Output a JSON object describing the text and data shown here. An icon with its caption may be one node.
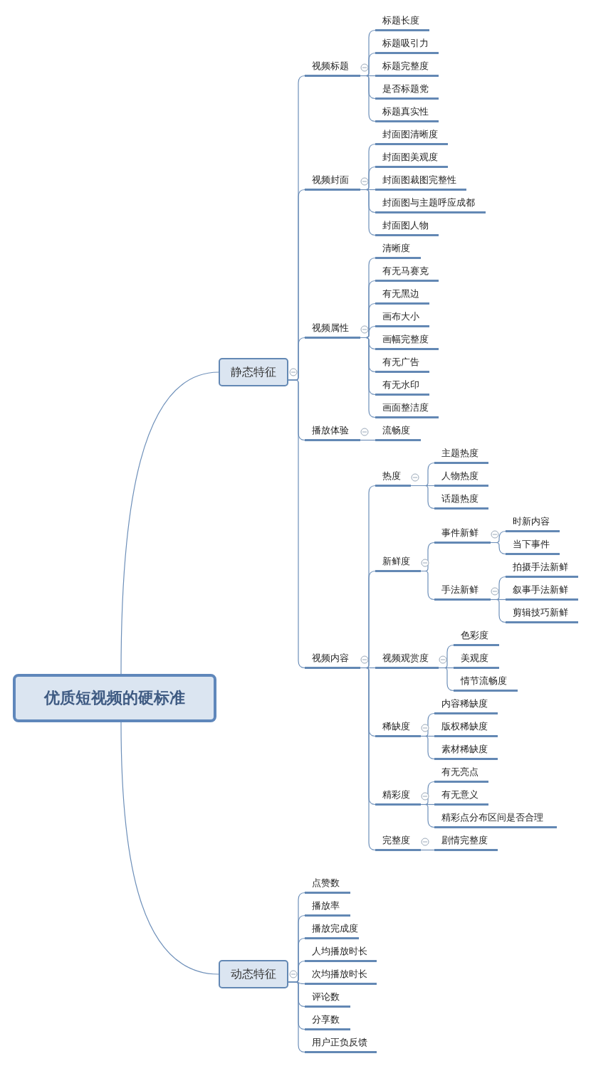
{
  "diagram": {
    "nodes": [
      {
        "text": [
          "优质短视频的硬标准"
        ]
      },
      {
        "text": [
          "静态特征"
        ]
      },
      {
        "text": [
          "视频标题"
        ]
      },
      {
        "text": [
          "标题长度"
        ]
      },
      {
        "text": [
          "标题吸引力"
        ]
      },
      {
        "text": [
          "标题完整度"
        ]
      },
      {
        "text": [
          "是否标题党"
        ]
      },
      {
        "text": [
          "标题真实性"
        ]
      },
      {
        "text": [
          "视频封面"
        ]
      },
      {
        "text": [
          "封面图清晰度"
        ]
      },
      {
        "text": [
          "封面图美观度"
        ]
      },
      {
        "text": [
          "封面图裁图完整性"
        ]
      },
      {
        "text": [
          "封面图与主题呼应成都"
        ]
      },
      {
        "text": [
          "封面图人物"
        ]
      },
      {
        "text": [
          "视频属性"
        ]
      },
      {
        "text": [
          "清晰度"
        ]
      },
      {
        "text": [
          "有无马赛克"
        ]
      },
      {
        "text": [
          "有无黑边"
        ]
      },
      {
        "text": [
          "画布大小"
        ]
      },
      {
        "text": [
          "画幅完整度"
        ]
      },
      {
        "text": [
          "有无广告"
        ]
      },
      {
        "text": [
          "有无水印"
        ]
      },
      {
        "text": [
          "画面整洁度"
        ]
      },
      {
        "text": [
          "播放体验"
        ]
      },
      {
        "text": [
          "流畅度"
        ]
      },
      {
        "text": [
          "视频内容"
        ]
      },
      {
        "text": [
          "热度"
        ]
      },
      {
        "text": [
          "主题热度"
        ]
      },
      {
        "text": [
          "人物热度"
        ]
      },
      {
        "text": [
          "话题热度"
        ]
      },
      {
        "text": [
          "新鲜度"
        ]
      },
      {
        "text": [
          "事件新鲜"
        ]
      },
      {
        "text": [
          "时新内容"
        ]
      },
      {
        "text": [
          "当下事件"
        ]
      },
      {
        "text": [
          "手法新鲜"
        ]
      },
      {
        "text": [
          "拍摄手法新鲜"
        ]
      },
      {
        "text": [
          "叙事手法新鲜"
        ]
      },
      {
        "text": [
          "剪辑技巧新鲜"
        ]
      },
      {
        "text": [
          "视频观赏度"
        ]
      },
      {
        "text": [
          "色彩度"
        ]
      },
      {
        "text": [
          "美观度"
        ]
      },
      {
        "text": [
          "情节流畅度"
        ]
      },
      {
        "text": [
          "稀缺度"
        ]
      },
      {
        "text": [
          "内容稀缺度"
        ]
      },
      {
        "text": [
          "版权稀缺度"
        ]
      },
      {
        "text": [
          "素材稀缺度"
        ]
      },
      {
        "text": [
          "精彩度"
        ]
      },
      {
        "text": [
          "有无亮点"
        ]
      },
      {
        "text": [
          "有无意义"
        ]
      },
      {
        "text": [
          "精彩点分布区间是否合理"
        ]
      },
      {
        "text": [
          "完整度"
        ]
      },
      {
        "text": [
          "剧情完整度"
        ]
      },
      {
        "text": [
          "动态特征"
        ]
      },
      {
        "text": [
          "点赞数"
        ]
      },
      {
        "text": [
          "播放率"
        ]
      },
      {
        "text": [
          "播放完成度"
        ]
      },
      {
        "text": [
          "人均播放时长"
        ]
      },
      {
        "text": [
          "次均播放时长"
        ]
      },
      {
        "text": [
          "评论数"
        ]
      },
      {
        "text": [
          "分享数"
        ]
      },
      {
        "text": [
          "用户正负反馈"
        ]
      }
    ],
    "edges": [
      {
        "from": 0,
        "to": 1,
        "arrow": "none"
      },
      {
        "from": 0,
        "to": 52,
        "arrow": "none"
      },
      {
        "from": 1,
        "to": 2,
        "arrow": "none"
      },
      {
        "from": 1,
        "to": 8,
        "arrow": "none"
      },
      {
        "from": 1,
        "to": 14,
        "arrow": "none"
      },
      {
        "from": 1,
        "to": 23,
        "arrow": "none"
      },
      {
        "from": 1,
        "to": 25,
        "arrow": "none"
      },
      {
        "from": 2,
        "to": 3,
        "arrow": "none"
      },
      {
        "from": 2,
        "to": 4,
        "arrow": "none"
      },
      {
        "from": 2,
        "to": 5,
        "arrow": "none"
      },
      {
        "from": 2,
        "to": 6,
        "arrow": "none"
      },
      {
        "from": 2,
        "to": 7,
        "arrow": "none"
      },
      {
        "from": 8,
        "to": 9,
        "arrow": "none"
      },
      {
        "from": 8,
        "to": 10,
        "arrow": "none"
      },
      {
        "from": 8,
        "to": 11,
        "arrow": "none"
      },
      {
        "from": 8,
        "to": 12,
        "arrow": "none"
      },
      {
        "from": 8,
        "to": 13,
        "arrow": "none"
      },
      {
        "from": 14,
        "to": 15,
        "arrow": "none"
      },
      {
        "from": 14,
        "to": 16,
        "arrow": "none"
      },
      {
        "from": 14,
        "to": 17,
        "arrow": "none"
      },
      {
        "from": 14,
        "to": 18,
        "arrow": "none"
      },
      {
        "from": 14,
        "to": 19,
        "arrow": "none"
      },
      {
        "from": 14,
        "to": 20,
        "arrow": "none"
      },
      {
        "from": 14,
        "to": 21,
        "arrow": "none"
      },
      {
        "from": 14,
        "to": 22,
        "arrow": "none"
      },
      {
        "from": 23,
        "to": 24,
        "arrow": "none"
      },
      {
        "from": 25,
        "to": 26,
        "arrow": "none"
      },
      {
        "from": 25,
        "to": 30,
        "arrow": "none"
      },
      {
        "from": 25,
        "to": 38,
        "arrow": "none"
      },
      {
        "from": 25,
        "to": 42,
        "arrow": "none"
      },
      {
        "from": 25,
        "to": 46,
        "arrow": "none"
      },
      {
        "from": 25,
        "to": 50,
        "arrow": "none"
      },
      {
        "from": 26,
        "to": 27,
        "arrow": "none"
      },
      {
        "from": 26,
        "to": 28,
        "arrow": "none"
      },
      {
        "from": 26,
        "to": 29,
        "arrow": "none"
      },
      {
        "from": 30,
        "to": 31,
        "arrow": "none"
      },
      {
        "from": 30,
        "to": 34,
        "arrow": "none"
      },
      {
        "from": 31,
        "to": 32,
        "arrow": "none"
      },
      {
        "from": 31,
        "to": 33,
        "arrow": "none"
      },
      {
        "from": 34,
        "to": 35,
        "arrow": "none"
      },
      {
        "from": 34,
        "to": 36,
        "arrow": "none"
      },
      {
        "from": 34,
        "to": 37,
        "arrow": "none"
      },
      {
        "from": 38,
        "to": 39,
        "arrow": "none"
      },
      {
        "from": 38,
        "to": 40,
        "arrow": "none"
      },
      {
        "from": 38,
        "to": 41,
        "arrow": "none"
      },
      {
        "from": 42,
        "to": 43,
        "arrow": "none"
      },
      {
        "from": 42,
        "to": 44,
        "arrow": "none"
      },
      {
        "from": 42,
        "to": 45,
        "arrow": "none"
      },
      {
        "from": 46,
        "to": 47,
        "arrow": "none"
      },
      {
        "from": 46,
        "to": 48,
        "arrow": "none"
      },
      {
        "from": 46,
        "to": 49,
        "arrow": "none"
      },
      {
        "from": 50,
        "to": 51,
        "arrow": "none"
      },
      {
        "from": 52,
        "to": 53,
        "arrow": "none"
      },
      {
        "from": 52,
        "to": 54,
        "arrow": "none"
      },
      {
        "from": 52,
        "to": 55,
        "arrow": "none"
      },
      {
        "from": 52,
        "to": 56,
        "arrow": "none"
      },
      {
        "from": 52,
        "to": 57,
        "arrow": "none"
      },
      {
        "from": 52,
        "to": 58,
        "arrow": "none"
      },
      {
        "from": 52,
        "to": 59,
        "arrow": "none"
      },
      {
        "from": 52,
        "to": 60,
        "arrow": "none"
      }
    ]
  }
}
